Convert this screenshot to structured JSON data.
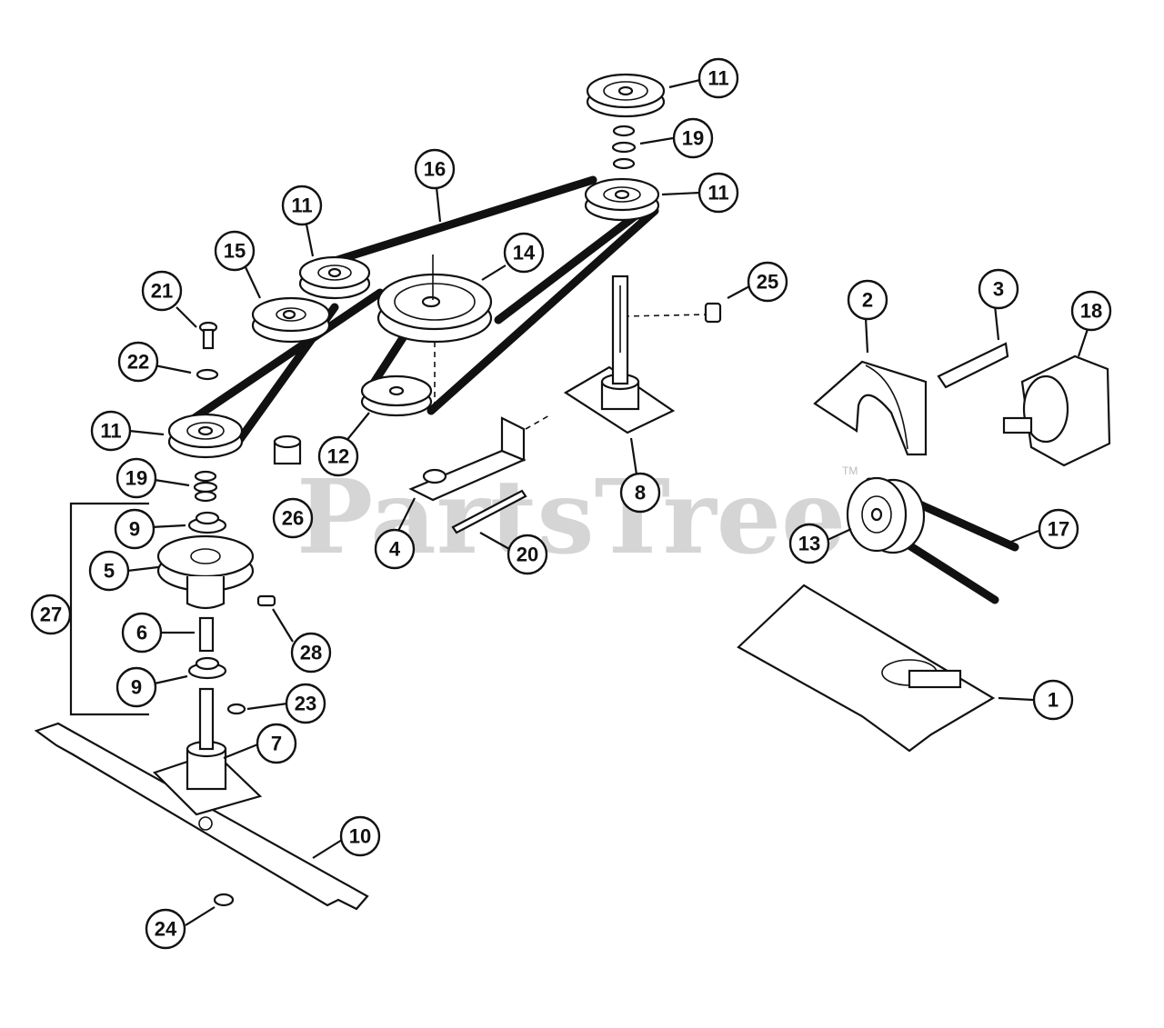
{
  "watermark": {
    "text": "PartsTree",
    "trademark": "TM"
  },
  "callouts": [
    {
      "id": "c-11-top",
      "label": "11"
    },
    {
      "id": "c-19-top",
      "label": "19"
    },
    {
      "id": "c-11-mid-right",
      "label": "11"
    },
    {
      "id": "c-16",
      "label": "16"
    },
    {
      "id": "c-11-mid-left",
      "label": "11"
    },
    {
      "id": "c-15",
      "label": "15"
    },
    {
      "id": "c-14",
      "label": "14"
    },
    {
      "id": "c-25",
      "label": "25"
    },
    {
      "id": "c-2",
      "label": "2"
    },
    {
      "id": "c-3",
      "label": "3"
    },
    {
      "id": "c-18",
      "label": "18"
    },
    {
      "id": "c-21",
      "label": "21"
    },
    {
      "id": "c-22",
      "label": "22"
    },
    {
      "id": "c-11-left",
      "label": "11"
    },
    {
      "id": "c-12",
      "label": "12"
    },
    {
      "id": "c-19-left",
      "label": "19"
    },
    {
      "id": "c-26",
      "label": "26"
    },
    {
      "id": "c-8",
      "label": "8"
    },
    {
      "id": "c-9-top",
      "label": "9"
    },
    {
      "id": "c-5",
      "label": "5"
    },
    {
      "id": "c-4",
      "label": "4"
    },
    {
      "id": "c-20",
      "label": "20"
    },
    {
      "id": "c-13",
      "label": "13"
    },
    {
      "id": "c-17",
      "label": "17"
    },
    {
      "id": "c-27",
      "label": "27"
    },
    {
      "id": "c-6",
      "label": "6"
    },
    {
      "id": "c-28",
      "label": "28"
    },
    {
      "id": "c-9-bottom",
      "label": "9"
    },
    {
      "id": "c-23",
      "label": "23"
    },
    {
      "id": "c-1",
      "label": "1"
    },
    {
      "id": "c-7",
      "label": "7"
    },
    {
      "id": "c-10",
      "label": "10"
    },
    {
      "id": "c-24",
      "label": "24"
    }
  ]
}
